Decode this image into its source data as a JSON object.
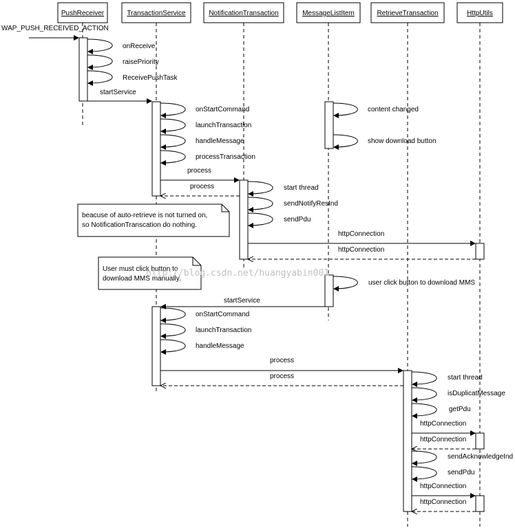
{
  "participants": [
    {
      "id": "pr",
      "label": "PushReceiver"
    },
    {
      "id": "ts",
      "label": "TransactionService"
    },
    {
      "id": "nt",
      "label": "NotificationTransaction"
    },
    {
      "id": "ml",
      "label": "MessageListItem"
    },
    {
      "id": "rt",
      "label": "RetrieveTransaction"
    },
    {
      "id": "hu",
      "label": "HttpUtils"
    }
  ],
  "messages": [
    {
      "id": "m-action",
      "label": "WAP_PUSH_RECEIVED_ACTION"
    },
    {
      "id": "m-onreceive",
      "label": "onReceive"
    },
    {
      "id": "m-raisepriority",
      "label": "raisePriority"
    },
    {
      "id": "m-receivepushtask",
      "label": "ReceivePushTask"
    },
    {
      "id": "m-startservice1",
      "label": "startService"
    },
    {
      "id": "m-onstartcommand1",
      "label": "onStartCommand"
    },
    {
      "id": "m-launchtransaction1",
      "label": "launchTransaction"
    },
    {
      "id": "m-handlemessage1",
      "label": "handleMessage"
    },
    {
      "id": "m-processtransaction",
      "label": "processTransaction"
    },
    {
      "id": "m-contentchanged",
      "label": "content changed"
    },
    {
      "id": "m-showdownload",
      "label": "show download button"
    },
    {
      "id": "m-process1",
      "label": "process"
    },
    {
      "id": "m-process1-ret",
      "label": "process"
    },
    {
      "id": "m-startthread1",
      "label": "start thread"
    },
    {
      "id": "m-sendnotifyresind",
      "label": "sendNotifyResInd"
    },
    {
      "id": "m-sendpdu1",
      "label": "sendPdu"
    },
    {
      "id": "m-httpconn1",
      "label": "httpConnection"
    },
    {
      "id": "m-httpconn1-ret",
      "label": "httpConnection"
    },
    {
      "id": "m-userclick",
      "label": "user click button to download MMS"
    },
    {
      "id": "m-startservice2",
      "label": "startService"
    },
    {
      "id": "m-onstartcommand2",
      "label": "onStartCommand"
    },
    {
      "id": "m-launchtransaction2",
      "label": "launchTransaction"
    },
    {
      "id": "m-handlemessage2",
      "label": "handleMessage"
    },
    {
      "id": "m-process2",
      "label": "process"
    },
    {
      "id": "m-process2-ret",
      "label": "process"
    },
    {
      "id": "m-startthread2",
      "label": "start thread"
    },
    {
      "id": "m-isduplicate",
      "label": "isDuplicatMessage"
    },
    {
      "id": "m-getpdu",
      "label": "getPdu"
    },
    {
      "id": "m-httpconn2",
      "label": "httpConnection"
    },
    {
      "id": "m-httpconn2-ret",
      "label": "httpConnection"
    },
    {
      "id": "m-sendackind",
      "label": "sendAcknowledgeInd"
    },
    {
      "id": "m-sendpdu2",
      "label": "sendPdu"
    },
    {
      "id": "m-httpconn3",
      "label": "httpConnection"
    },
    {
      "id": "m-httpconn3-ret",
      "label": "httpConnection"
    }
  ],
  "notes": [
    {
      "id": "note-autoretrieve",
      "lines": [
        "beacuse of auto-retrieve is not turned on,",
        "so NotificationTranscation do nothing."
      ]
    },
    {
      "id": "note-userclick",
      "lines": [
        "User must click button to",
        "download MMS manually."
      ]
    }
  ],
  "watermark": "http://blog.csdn.net/huangyabin001"
}
